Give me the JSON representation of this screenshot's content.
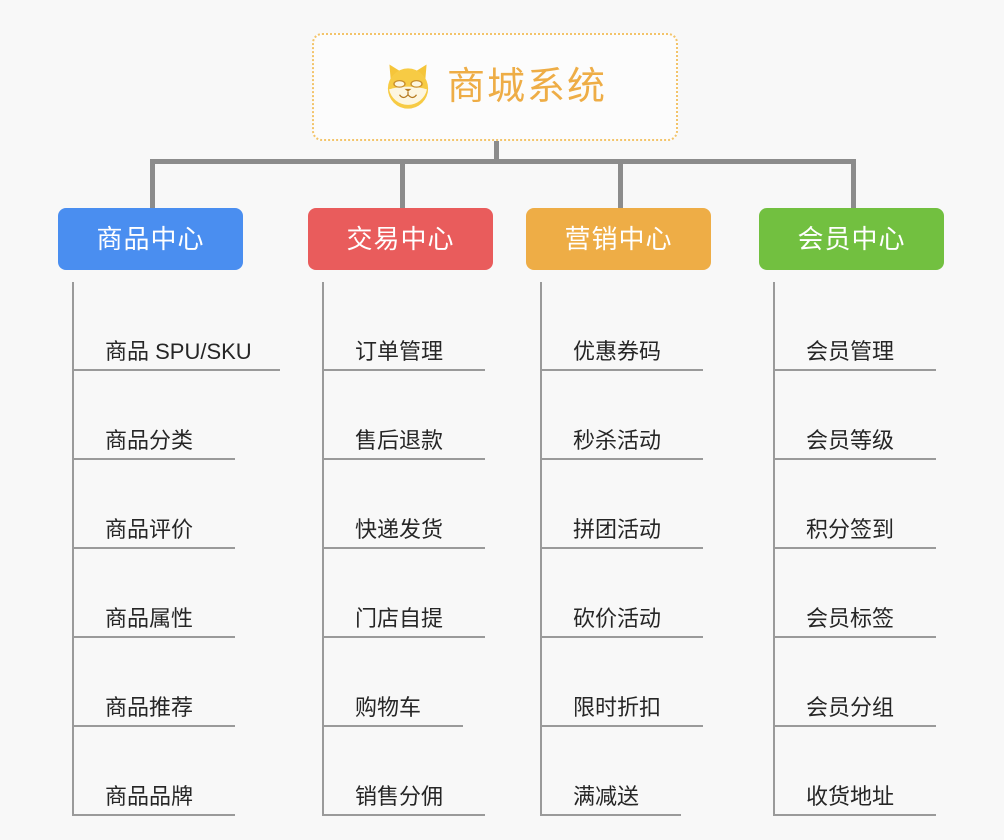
{
  "page": {
    "background_color": "#f8f8f8",
    "line_color": "#8c8c8c"
  },
  "root": {
    "title": "商城系统",
    "icon": "dog-face-icon",
    "border_color": "#f3c46a",
    "text_color": "#eead46"
  },
  "columns": [
    {
      "id": "product-center",
      "label": "商品中心",
      "color": "#4a8ef0",
      "items": [
        "商品 SPU/SKU",
        "商品分类",
        "商品评价",
        "商品属性",
        "商品推荐",
        "商品品牌"
      ]
    },
    {
      "id": "trade-center",
      "label": "交易中心",
      "color": "#e95c5c",
      "items": [
        "订单管理",
        "售后退款",
        "快递发货",
        "门店自提",
        "购物车",
        "销售分佣"
      ]
    },
    {
      "id": "marketing-center",
      "label": "营销中心",
      "color": "#eead46",
      "items": [
        "优惠券码",
        "秒杀活动",
        "拼团活动",
        "砍价活动",
        "限时折扣",
        "满减送"
      ]
    },
    {
      "id": "member-center",
      "label": "会员中心",
      "color": "#72c040",
      "items": [
        "会员管理",
        "会员等级",
        "积分签到",
        "会员标签",
        "会员分组",
        "收货地址"
      ]
    }
  ]
}
